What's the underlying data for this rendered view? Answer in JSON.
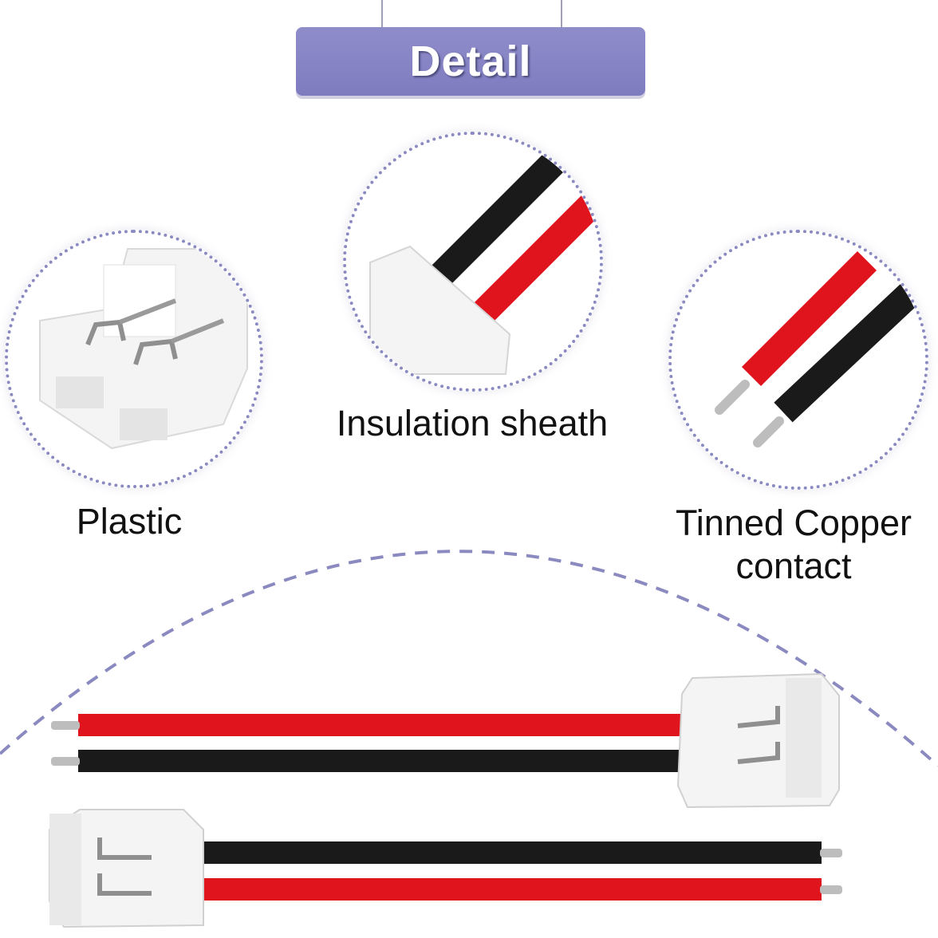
{
  "banner": {
    "title": "Detail"
  },
  "callouts": {
    "plastic": "Plastic",
    "insulation": "Insulation sheath",
    "copper_line1": "Tinned Copper",
    "copper_line2": "contact"
  },
  "colors": {
    "banner": "#8583c4",
    "dots": "#8a89c0",
    "wire_red": "#e0141c",
    "wire_black": "#1a1a1a",
    "connector": "#f4f4f4"
  },
  "icons": {
    "connector": "jst-connector-icon",
    "wire_pair": "wire-pair-icon"
  }
}
